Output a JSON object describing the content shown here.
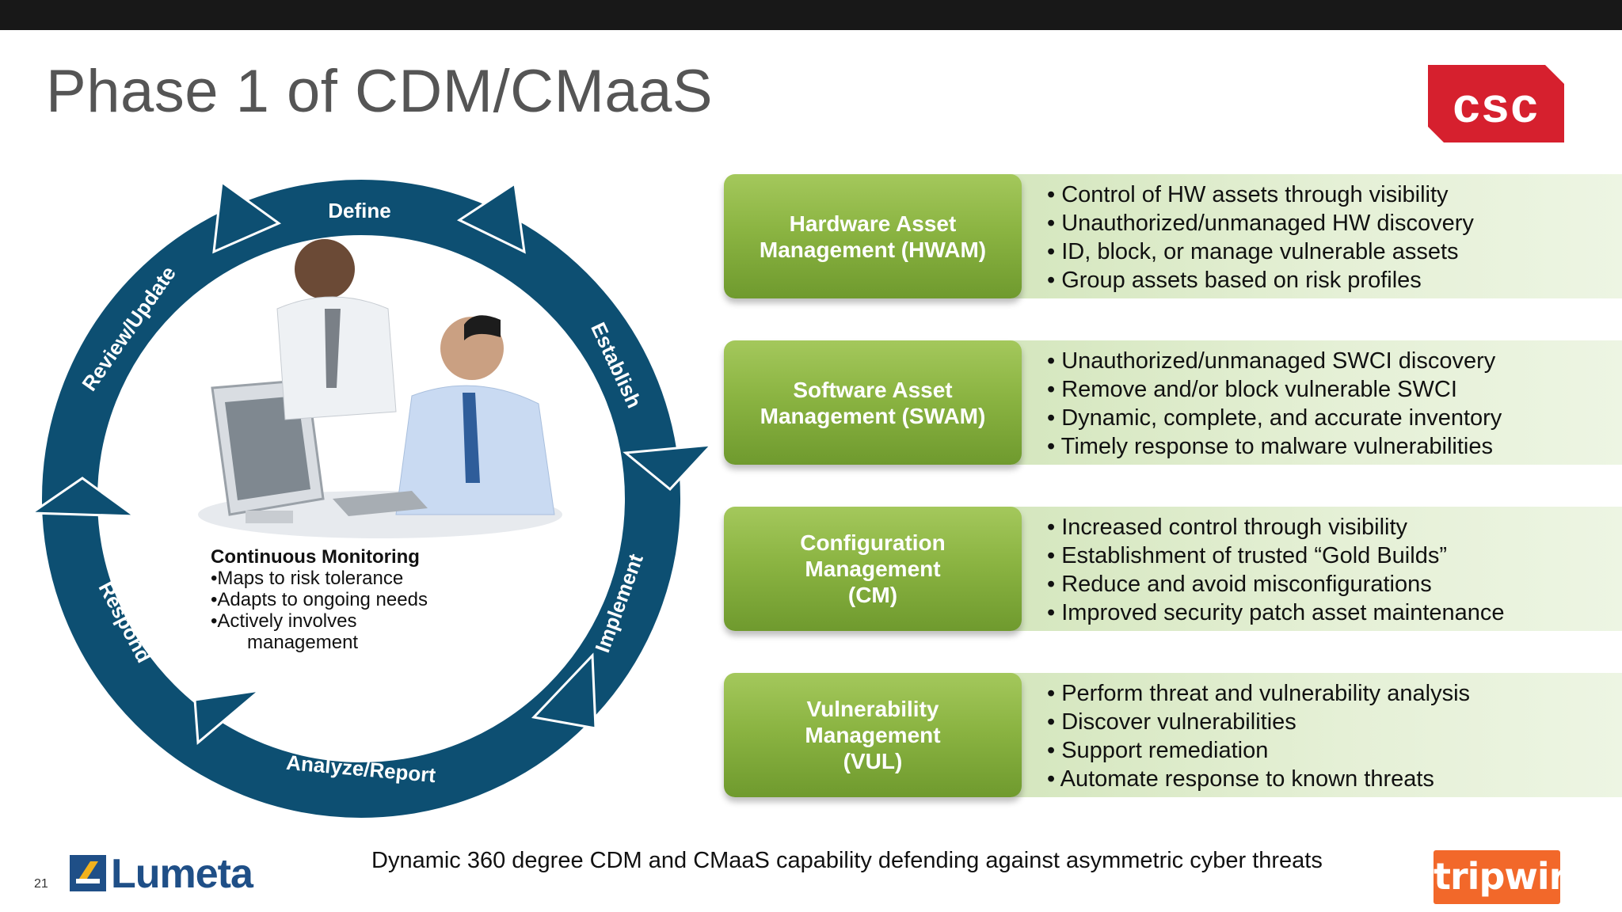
{
  "slide": {
    "title": "Phase 1 of CDM/CMaaS",
    "page_number": "21",
    "footer": "Dynamic 360 degree CDM and CMaaS capability defending against asymmetric cyber threats"
  },
  "logos": {
    "csc": "csc",
    "lumeta": "Lumeta",
    "tripwire": "tripwire"
  },
  "cycle": {
    "stages": [
      "Define",
      "Establish",
      "Implement",
      "Analyze/Report",
      "Respond",
      "Review/Update"
    ],
    "center": {
      "heading": "Continuous Monitoring",
      "items": [
        "•Maps to risk tolerance",
        "•Adapts to ongoing needs",
        "•Actively involves",
        "management"
      ]
    }
  },
  "capabilities": [
    {
      "label": "Hardware Asset\nManagement (HWAM)",
      "bullets": [
        "• Control of HW assets through visibility",
        "• Unauthorized/unmanaged HW discovery",
        "• ID, block, or manage vulnerable assets",
        "• Group assets based on risk profiles"
      ]
    },
    {
      "label": "Software Asset\nManagement (SWAM)",
      "bullets": [
        "• Unauthorized/unmanaged SWCI discovery",
        "• Remove and/or block vulnerable SWCI",
        "• Dynamic, complete, and accurate inventory",
        "• Timely response to malware vulnerabilities"
      ]
    },
    {
      "label": "Configuration\nManagement\n(CM)",
      "bullets": [
        "• Increased control through visibility",
        "• Establishment of trusted “Gold Builds”",
        "• Reduce and avoid misconfigurations",
        "• Improved security patch asset maintenance"
      ]
    },
    {
      "label": "Vulnerability\nManagement\n(VUL)",
      "bullets": [
        "• Perform threat and vulnerability analysis",
        "• Discover vulnerabilities",
        "• Support remediation",
        "• Automate response to known threats"
      ]
    }
  ],
  "colors": {
    "cycle_ring": "#0d4f72",
    "green_button": "#8bb442",
    "band": "#e2efd3",
    "csc_red": "#d6202e",
    "tripwire_orange": "#f2682a"
  }
}
